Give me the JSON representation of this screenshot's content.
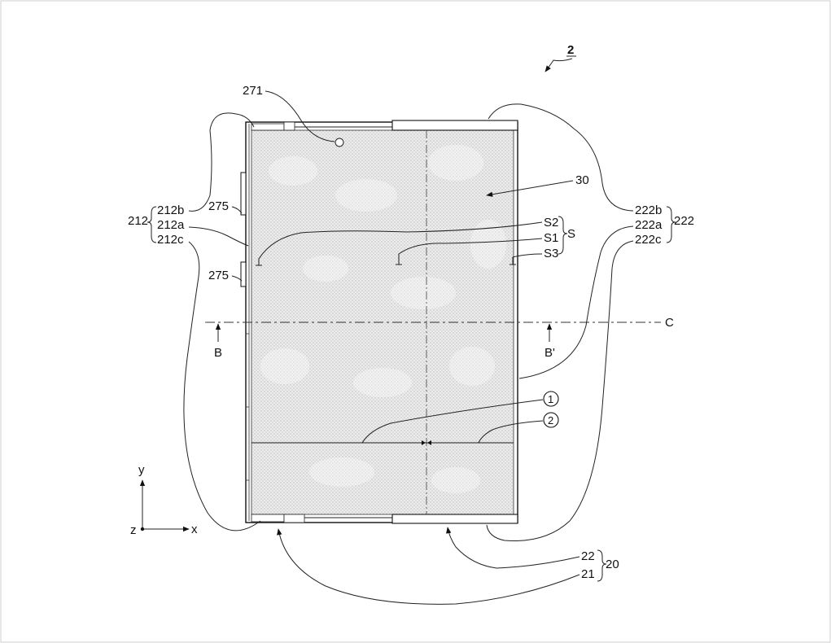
{
  "figure": {
    "number": "2",
    "labels": {
      "l271": "271",
      "l30": "30",
      "l275a": "275",
      "l275b": "275",
      "l212": "212",
      "l212b": "212b",
      "l212a": "212a",
      "l212c": "212c",
      "l222": "222",
      "l222b": "222b",
      "l222a": "222a",
      "l222c": "222c",
      "lS2": "S2",
      "lS1": "S1",
      "lS3": "S3",
      "lS": "S",
      "lC": "C",
      "lB": "B",
      "lBp": "B'",
      "lc1": "1",
      "lc2": "2",
      "l22": "22",
      "l21": "21",
      "l20": "20",
      "ly": "y",
      "lx": "x",
      "lz": "z"
    }
  }
}
